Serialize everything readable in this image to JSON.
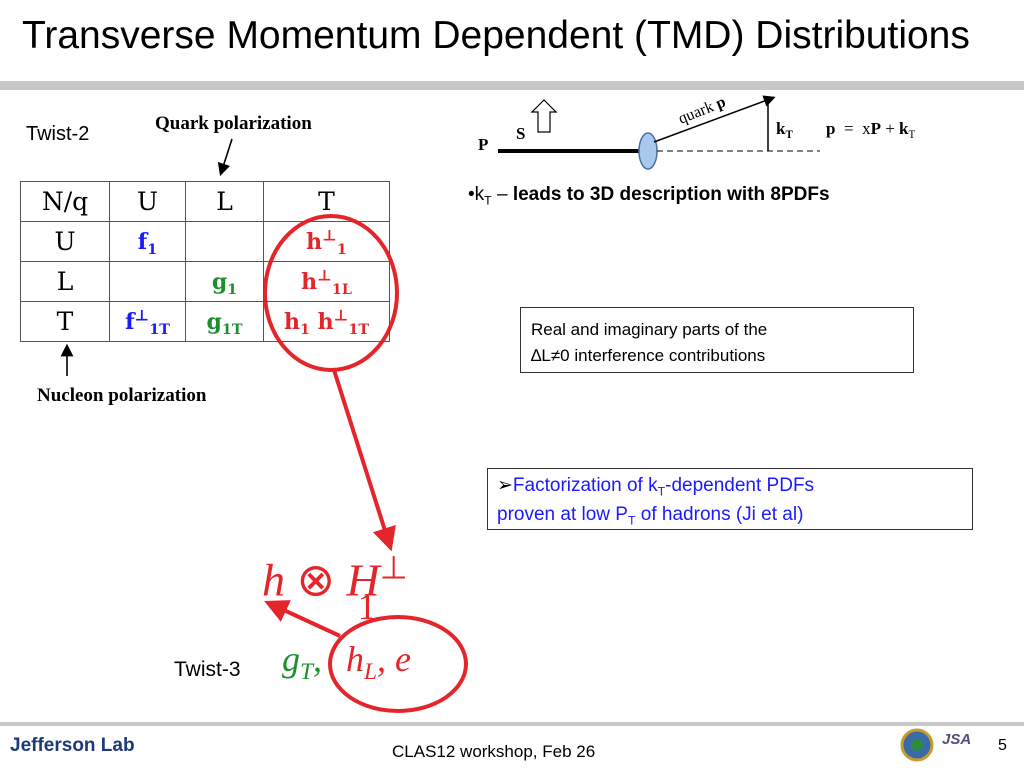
{
  "slide": {
    "title": "Transverse Momentum Dependent (TMD) Distributions",
    "twist2_label": "Twist-2",
    "twist3_label": "Twist-3",
    "quark_pol_label": "Quark polarization",
    "nucleon_pol_label": "Nucleon polarization",
    "kt_bullet_prefix": "•k",
    "kt_bullet_sub": "T",
    "kt_bullet_dash": " – ",
    "kt_bullet_text": "leads to 3D description with 8PDFs",
    "info_box_line1": "Real and imaginary parts of the",
    "info_box_line2": "∆L≠0 interference contributions",
    "fact_arrow": "➢",
    "fact_1": "Factorization of k",
    "fact_sub1": "T",
    "fact_2": "-dependent PDFs",
    "fact_3": "proven at low P",
    "fact_sub2": "T",
    "fact_4": " of hadrons (Ji et al)"
  },
  "table": {
    "headers": [
      "N/q",
      "U",
      "L",
      "T"
    ],
    "row_labels": [
      "U",
      "L",
      "T"
    ],
    "f1": "f",
    "f1_sub": "1",
    "h1perp": "h",
    "h1perp_sub": "1",
    "g1": "g",
    "g1_sub": "1",
    "h1L": "h",
    "h1L_sub": "1L",
    "f1T": "f",
    "f1T_sub": "1T",
    "g1T": "g",
    "g1T_sub": "1T",
    "h1": "h",
    "h1_sub": "1",
    "h1T": "h",
    "h1T_sub": "1T",
    "perp": "⊥"
  },
  "diagram": {
    "P": "P",
    "S": "S",
    "quark": "quark",
    "p": "p",
    "kT_k": "k",
    "kT_sub": "T",
    "eq_p": "p",
    "eq_eq": "=",
    "eq_x": "x",
    "eq_P": "P",
    "eq_plus": "+",
    "eq_k": "k",
    "eq_sub": "T"
  },
  "formula": {
    "h": "h",
    "otimes": "⊗",
    "H": "H",
    "H_sub": "1",
    "perp": "⊥",
    "gT": "g",
    "gT_sub": "T",
    "comma": ",",
    "hL": "h",
    "hL_sub": "L",
    "e": ", e"
  },
  "footer": {
    "logo_text": "Jefferson Lab",
    "center_text": "CLAS12 workshop,  Feb 26",
    "jsa_text": "JSA",
    "page_number": "5"
  },
  "colors": {
    "red": "#e4252b",
    "blue": "#1a1aff",
    "green": "#1f8f2d",
    "rule": "#c8c8c8"
  }
}
